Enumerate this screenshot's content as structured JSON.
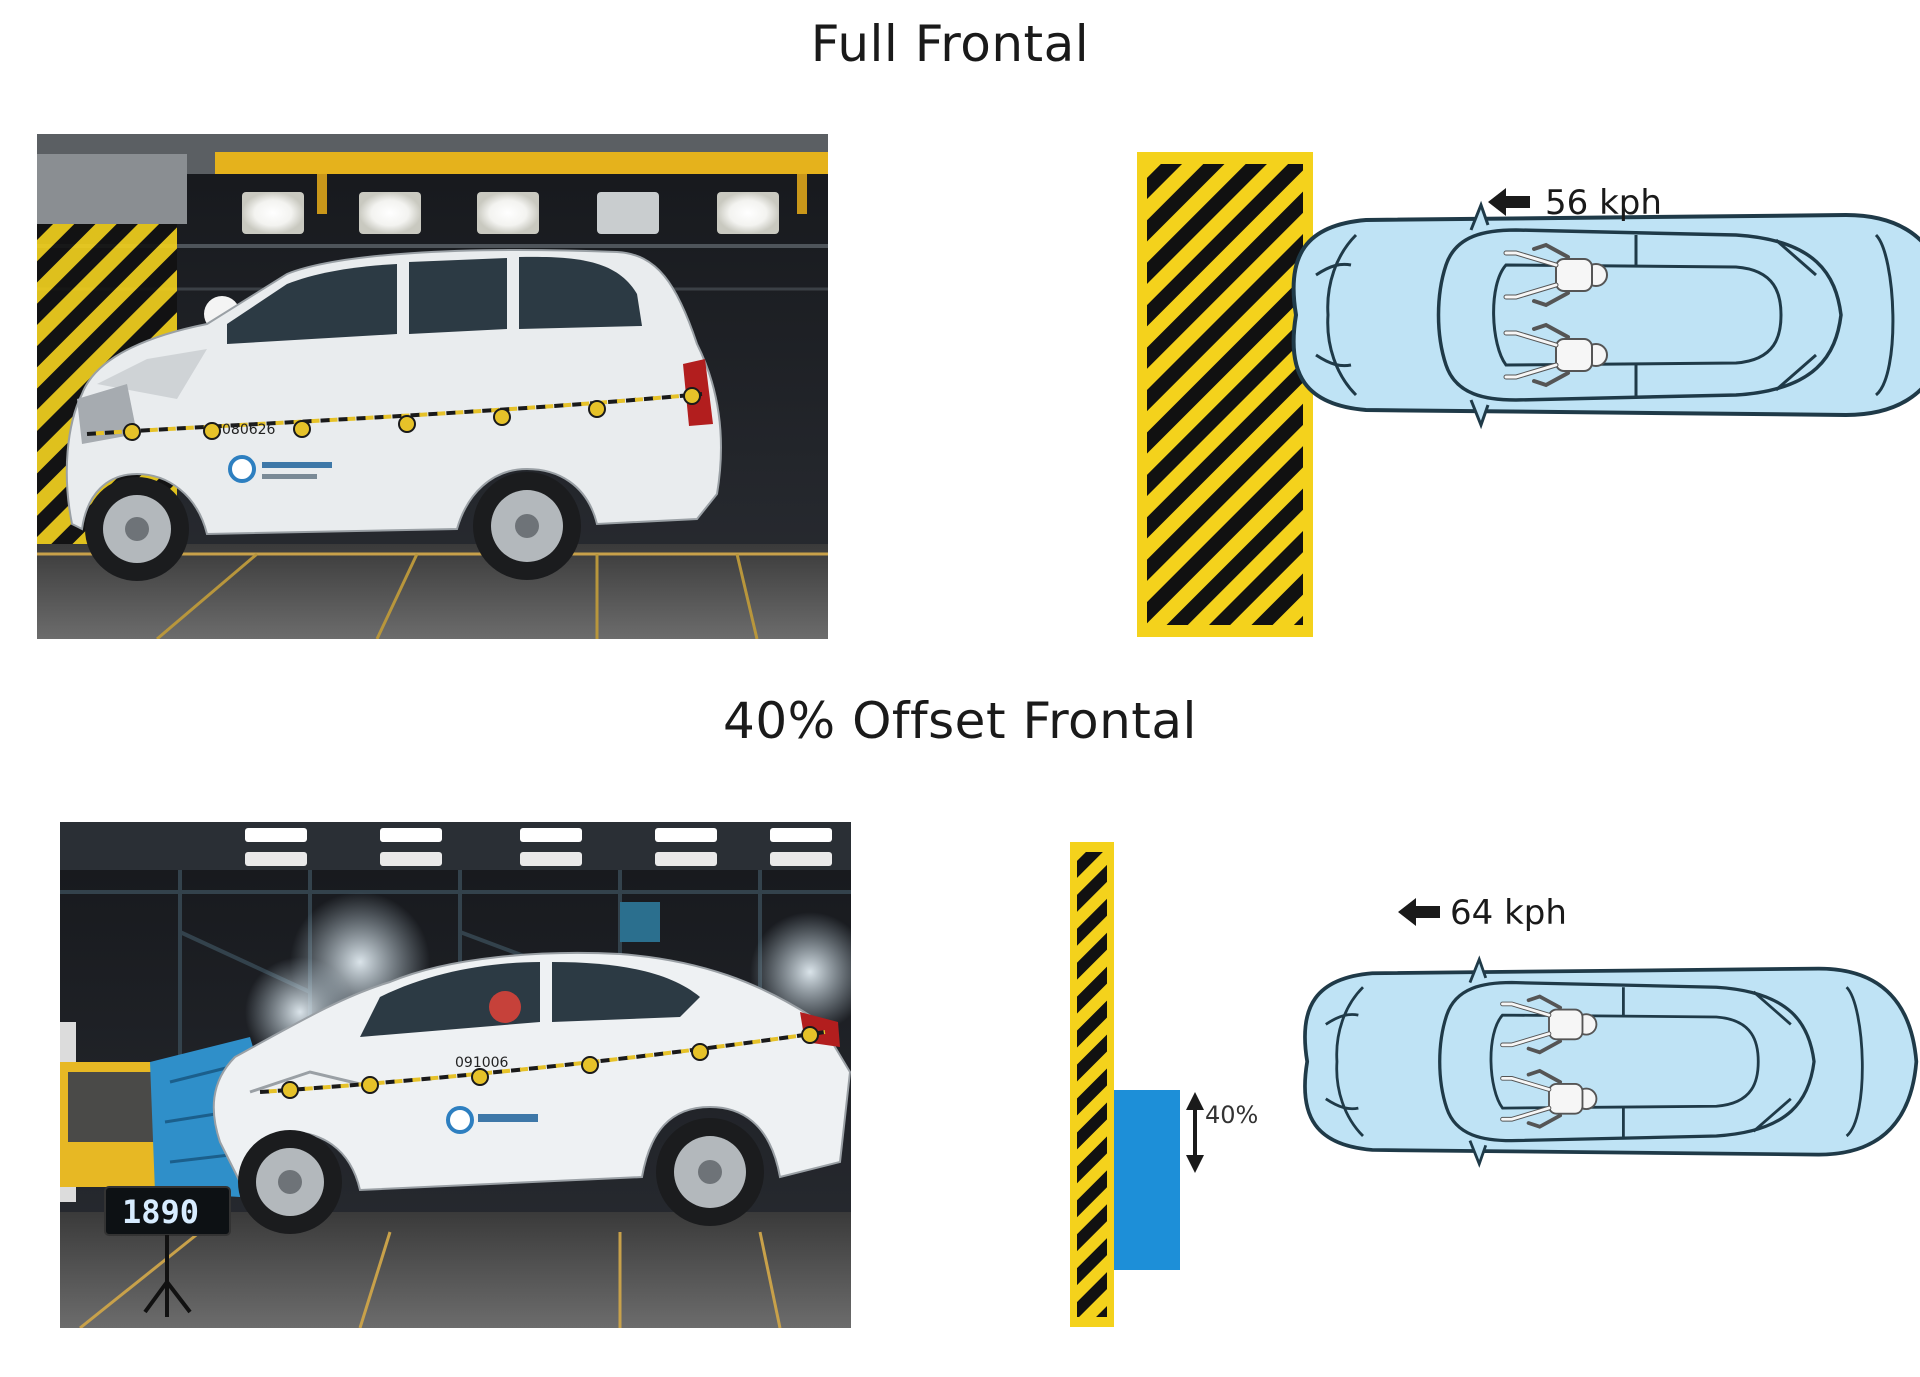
{
  "sections": {
    "full": {
      "title": "Full Frontal",
      "speed": "56 kph",
      "vehicle_number": "080626"
    },
    "offset": {
      "title": "40% Offset Frontal",
      "speed": "64 kph",
      "overlap": "40%",
      "vehicle_number": "091006",
      "timer_display": "1890"
    }
  },
  "colors": {
    "barrier_yellow": "#f4d21c",
    "barrier_black": "#111111",
    "car_body": "#bfe3f5",
    "car_outline": "#1f3a48",
    "deformable_block": "#1d8fd8"
  },
  "icons": {
    "direction_arrow": "arrow-left-icon",
    "overlap_arrow": "double-arrow-vertical-icon"
  }
}
